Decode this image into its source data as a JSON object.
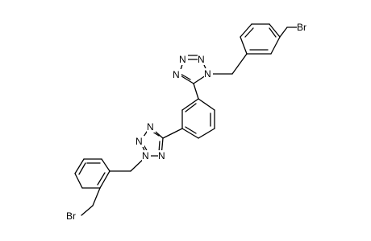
{
  "molecule": {
    "atoms": {
      "br_top": "Br",
      "br_bottom": "Br",
      "n_upper_1": "N",
      "n_upper_2": "N",
      "n_upper_3": "N",
      "n_upper_4": "N",
      "n_lower_1": "N",
      "n_lower_2": "N",
      "n_lower_3": "N",
      "n_lower_4": "N"
    }
  }
}
